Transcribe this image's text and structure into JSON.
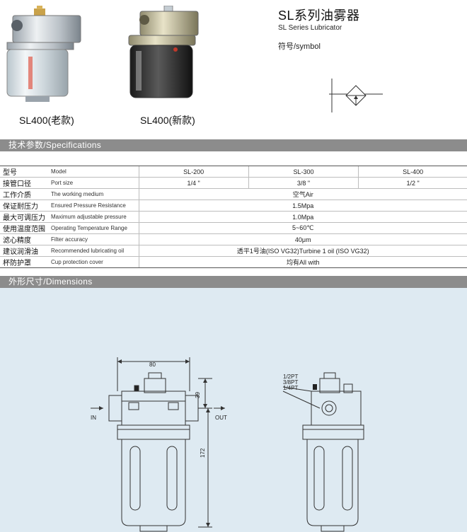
{
  "products": {
    "old_caption": "SL400(老款)",
    "new_caption": "SL400(新款)"
  },
  "header": {
    "title": "SL系列油雾器",
    "subtitle": "SL Series Lubricator",
    "symbol_label": "符号/symbol"
  },
  "sections": {
    "specifications": "技术参数/Specifications",
    "dimensions": "外形尺寸/Dimensions"
  },
  "specs": {
    "model": {
      "zh": "型号",
      "en": "Model",
      "values": [
        "SL-200",
        "SL-300",
        "SL-400"
      ]
    },
    "port_size": {
      "zh": "接管口径",
      "en": "Port size",
      "values": [
        "1/4 \"",
        "3/8 \"",
        "1/2 \""
      ]
    },
    "medium": {
      "zh": "工作介质",
      "en": "The working medium",
      "value": "空气Air"
    },
    "proof_pressure": {
      "zh": "保证耐压力",
      "en": "Ensured Pressure Resistance",
      "value": "1.5Mpa"
    },
    "max_pressure": {
      "zh": "最大可调压力",
      "en": "Maximum adjustable pressure",
      "value": "1.0Mpa"
    },
    "temp_range": {
      "zh": "使用温度范围",
      "en": "Operating Temperature Range",
      "value": "5~60℃"
    },
    "filter": {
      "zh": "滤心精度",
      "en": "Filter accuracy",
      "value": "40μm"
    },
    "oil": {
      "zh": "建议润滑油",
      "en": "Recommended lubricating oil",
      "value": "透平1号油(ISO VG32)Turbine 1 oil (ISO VG32)"
    },
    "cup_cover": {
      "zh": "杯防护罩",
      "en": "Cup protection cover",
      "value": "均有All with"
    }
  },
  "drawing": {
    "width_dim": "80",
    "top_dim": "39",
    "height_dim": "172",
    "in_label": "IN",
    "out_label": "OUT",
    "port_labels": [
      "1/2PT",
      "3/8PT",
      "1/4PT"
    ]
  },
  "colors": {
    "section_bar": "#8c8c8c",
    "dimension_panel": "#deeaf2"
  }
}
